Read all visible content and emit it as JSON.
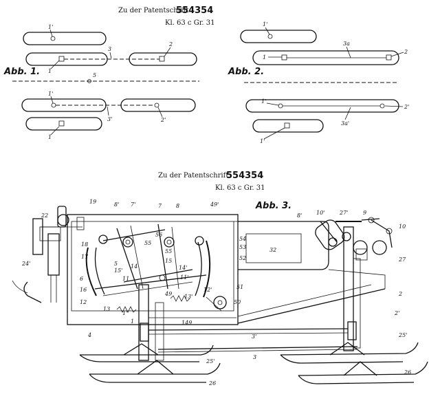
{
  "header_top": {
    "prefix": "Zu der Patentschrift",
    "number": "554354",
    "class": "Kl. 63 c   Gr. 31"
  },
  "header_mid": {
    "prefix": "Zu der Patentschrift",
    "number": "554354",
    "class": "Kl. 63 c   Gr. 31"
  },
  "figures": {
    "fig1": "Abb. 1.",
    "fig2": "Abb. 2.",
    "fig3": "Abb. 3."
  },
  "fig1_labels": [
    "1'",
    "1",
    "3",
    "2",
    "5",
    "1'",
    "3'",
    "2'",
    "1"
  ],
  "fig2_labels": [
    "1'",
    "3a",
    "1",
    "2",
    "1'",
    "2'",
    "3a'",
    "1'"
  ],
  "fig3_labels": [
    "22",
    "19",
    "18",
    "17",
    "16",
    "6",
    "12",
    "24'",
    "4",
    "8'",
    "7'",
    "5",
    "55",
    "15'",
    "14",
    "11",
    "13",
    "7",
    "8",
    "56",
    "55",
    "15",
    "14'",
    "11'",
    "49",
    "13'",
    "49'",
    "54",
    "53",
    "52",
    "51",
    "50",
    "32",
    "8'",
    "10'",
    "27'",
    "9",
    "10",
    "27",
    "2",
    "2'",
    "149",
    "1'",
    "1",
    "3'",
    "3",
    "25'",
    "26",
    "25'",
    "26",
    "12'"
  ]
}
